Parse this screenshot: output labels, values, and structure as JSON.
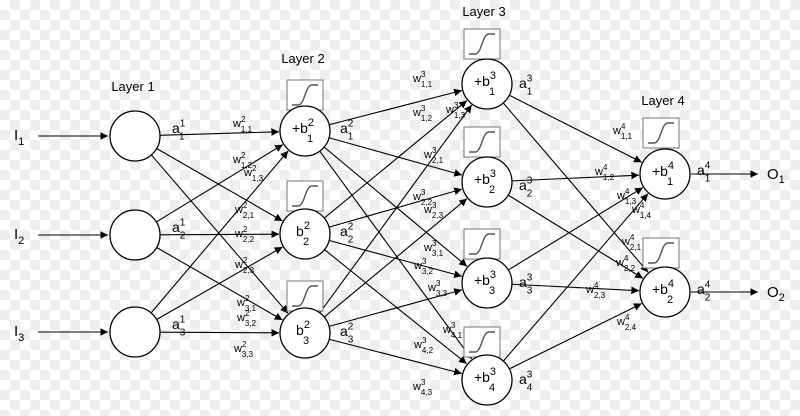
{
  "layers": [
    {
      "key": "l1",
      "title": "Layer 1",
      "nodes": [
        {
          "id": "L1N1",
          "bias_base": "",
          "bias_sup": "",
          "bias_sub": ""
        },
        {
          "id": "L1N2",
          "bias_base": "",
          "bias_sup": "",
          "bias_sub": ""
        },
        {
          "id": "L1N3",
          "bias_base": "",
          "bias_sup": "",
          "bias_sub": ""
        }
      ]
    },
    {
      "key": "l2",
      "title": "Layer 2",
      "nodes": [
        {
          "id": "L2N1",
          "bias_base": "+b",
          "bias_sup": "2",
          "bias_sub": "1"
        },
        {
          "id": "L2N2",
          "bias_base": "b",
          "bias_sup": "2",
          "bias_sub": "2"
        },
        {
          "id": "L2N3",
          "bias_base": "b",
          "bias_sup": "2",
          "bias_sub": "3"
        }
      ]
    },
    {
      "key": "l3",
      "title": "Layer 3",
      "nodes": [
        {
          "id": "L3N1",
          "bias_base": "+b",
          "bias_sup": "3",
          "bias_sub": "1"
        },
        {
          "id": "L3N2",
          "bias_base": "+b",
          "bias_sup": "3",
          "bias_sub": "2"
        },
        {
          "id": "L3N3",
          "bias_base": "+b",
          "bias_sup": "3",
          "bias_sub": "3"
        },
        {
          "id": "L3N4",
          "bias_base": "+b",
          "bias_sup": "3",
          "bias_sub": "4"
        }
      ]
    },
    {
      "key": "l4",
      "title": "Layer 4",
      "nodes": [
        {
          "id": "L4N1",
          "bias_base": "+b",
          "bias_sup": "4",
          "bias_sub": "1"
        },
        {
          "id": "L4N2",
          "bias_base": "+b",
          "bias_sup": "4",
          "bias_sub": "2"
        }
      ]
    }
  ],
  "inputs": [
    {
      "base": "I",
      "sub": "1"
    },
    {
      "base": "I",
      "sub": "2"
    },
    {
      "base": "I",
      "sub": "3"
    }
  ],
  "outputs": [
    {
      "base": "O",
      "sub": "1"
    },
    {
      "base": "O",
      "sub": "2"
    }
  ],
  "activations": [
    {
      "base": "a",
      "sup": "1",
      "sub": "1"
    },
    {
      "base": "a",
      "sup": "1",
      "sub": "2"
    },
    {
      "base": "a",
      "sup": "1",
      "sub": "3"
    },
    {
      "base": "a",
      "sup": "2",
      "sub": "1"
    },
    {
      "base": "a",
      "sup": "2",
      "sub": "2"
    },
    {
      "base": "a",
      "sup": "2",
      "sub": "3"
    },
    {
      "base": "a",
      "sup": "3",
      "sub": "1"
    },
    {
      "base": "a",
      "sup": "3",
      "sub": "2"
    },
    {
      "base": "a",
      "sup": "3",
      "sub": "3"
    },
    {
      "base": "a",
      "sup": "3",
      "sub": "4"
    },
    {
      "base": "a",
      "sup": "4",
      "sub": "1"
    },
    {
      "base": "a",
      "sup": "4",
      "sub": "2"
    }
  ],
  "weights": [
    {
      "base": "w",
      "sup": "2",
      "sub": "1,1"
    },
    {
      "base": "w",
      "sup": "2",
      "sub": "1,2"
    },
    {
      "base": "w",
      "sup": "2",
      "sub": "1,3"
    },
    {
      "base": "w",
      "sup": "2",
      "sub": "2,1"
    },
    {
      "base": "w",
      "sup": "2",
      "sub": "2,2"
    },
    {
      "base": "w",
      "sup": "2",
      "sub": "2,3"
    },
    {
      "base": "w",
      "sup": "2",
      "sub": "3,1"
    },
    {
      "base": "w",
      "sup": "2",
      "sub": "3,2"
    },
    {
      "base": "w",
      "sup": "2",
      "sub": "3,3"
    },
    {
      "base": "w",
      "sup": "3",
      "sub": "1,1"
    },
    {
      "base": "w",
      "sup": "3",
      "sub": "1,2"
    },
    {
      "base": "w",
      "sup": "3",
      "sub": "1,3"
    },
    {
      "base": "w",
      "sup": "3",
      "sub": "2,1"
    },
    {
      "base": "w",
      "sup": "3",
      "sub": "2,2"
    },
    {
      "base": "w",
      "sup": "3",
      "sub": "2,3"
    },
    {
      "base": "w",
      "sup": "3",
      "sub": "3,1"
    },
    {
      "base": "w",
      "sup": "3",
      "sub": "3,2"
    },
    {
      "base": "w",
      "sup": "3",
      "sub": "3,3"
    },
    {
      "base": "w",
      "sup": "3",
      "sub": "4,1"
    },
    {
      "base": "w",
      "sup": "3",
      "sub": "4,2"
    },
    {
      "base": "w",
      "sup": "3",
      "sub": "4,3"
    },
    {
      "base": "w",
      "sup": "4",
      "sub": "1,1"
    },
    {
      "base": "w",
      "sup": "4",
      "sub": "1,2"
    },
    {
      "base": "w",
      "sup": "4",
      "sub": "1,3"
    },
    {
      "base": "w",
      "sup": "4",
      "sub": "1,4"
    },
    {
      "base": "w",
      "sup": "4",
      "sub": "2,1"
    },
    {
      "base": "w",
      "sup": "4",
      "sub": "2,2"
    },
    {
      "base": "w",
      "sup": "4",
      "sub": "2,3"
    },
    {
      "base": "w",
      "sup": "4",
      "sub": "2,4"
    }
  ],
  "sigmoid_icon": "sigmoid-activation-icon",
  "colors": {
    "stroke": "#000000",
    "node_fill": "#ffffff",
    "icon_stroke": "#777777"
  }
}
